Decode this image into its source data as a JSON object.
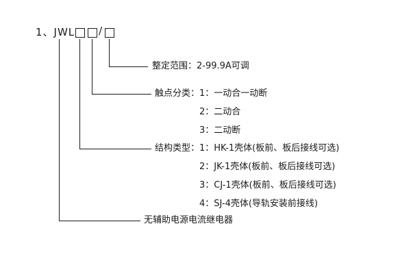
{
  "title": {
    "prefix": "1、JWL -",
    "slash": "/"
  },
  "branches": {
    "setting_range": {
      "label": "整定范围：2-99.9A可调"
    },
    "contact_class": {
      "label": "触点分类：1：一动合一动断",
      "options": [
        "2：二动合",
        "3：二动断"
      ]
    },
    "structure_type": {
      "label": "结构类型：1：HK-1壳体(板前、板后接线可选)",
      "options": [
        "2：JK-1壳体(板前、板后接线可选)",
        "3：CJ-1壳体(板前、板后接线可选)",
        "4：SJ-4壳体(导轨安装前接线)"
      ]
    },
    "relay_name": {
      "label": "无辅助电源电流继电器"
    }
  }
}
